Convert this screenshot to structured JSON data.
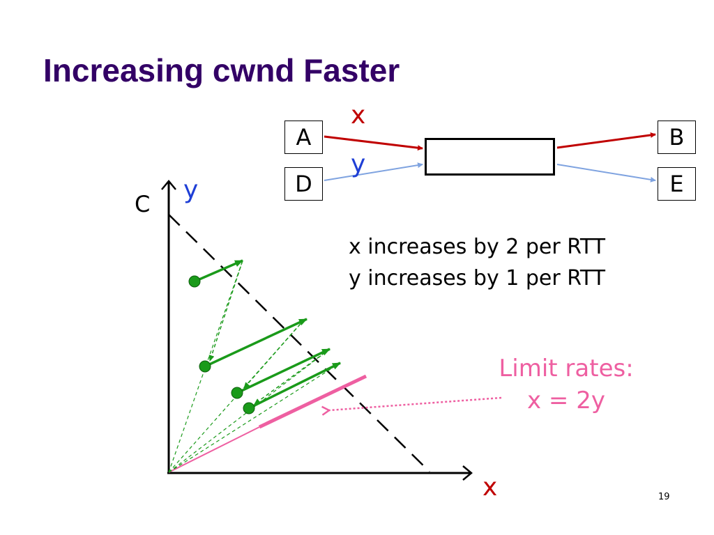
{
  "slide": {
    "title": "Increasing cwnd Faster",
    "page_number": "19"
  },
  "topology": {
    "hosts": {
      "a": "A",
      "b": "B",
      "d": "D",
      "e": "E"
    },
    "flow_x_label": "x",
    "flow_y_label": "y",
    "colors": {
      "flow_x": "#c00000",
      "flow_y": "#7fa3e0"
    }
  },
  "plot": {
    "x_axis_label": "x",
    "y_axis_label": "y",
    "capacity_label": "C",
    "colors": {
      "trajectory": "#1a9a1a",
      "limit_line": "#ee5fa1"
    }
  },
  "rules": {
    "line1": "x increases by 2 per RTT",
    "line2": "y increases by 1 per RTT"
  },
  "callout": {
    "line1": "Limit rates:",
    "line2": "x = 2y"
  }
}
